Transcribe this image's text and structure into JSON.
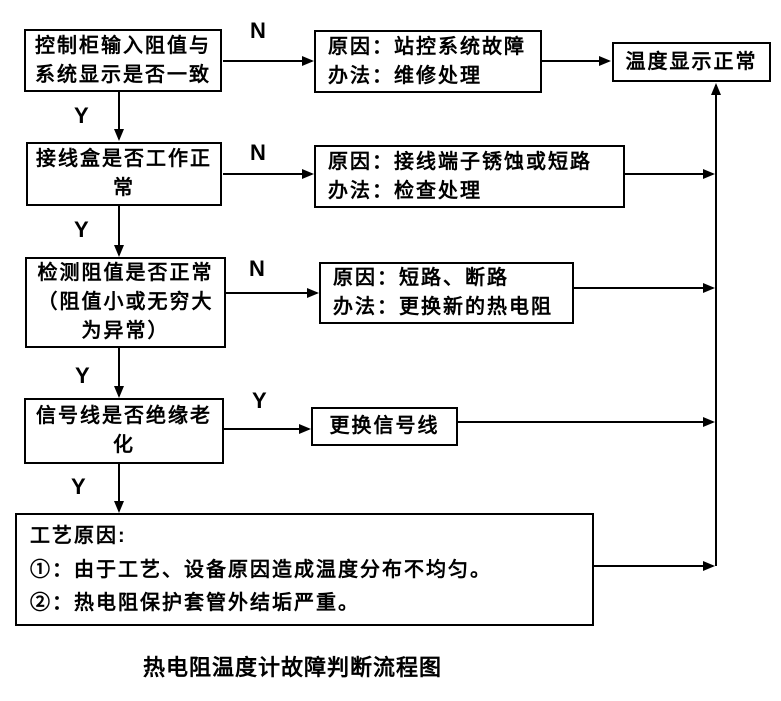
{
  "diagram": {
    "caption": "热电阻温度计故障判断流程图",
    "labels": {
      "yes": "Y",
      "no": "N"
    },
    "colors": {
      "line": "#000000",
      "box_border": "#000000",
      "background": "#ffffff",
      "text": "#000000"
    },
    "nodes": {
      "q1": {
        "lines": [
          "控制柜输入阻值与",
          "系统显示是否一致"
        ]
      },
      "r1": {
        "lines": [
          "原因：站控系统故障",
          "办法：维修处理"
        ]
      },
      "normal": {
        "label": "温度显示正常"
      },
      "q2": {
        "lines": [
          "接线盒是否工作正",
          "常"
        ]
      },
      "r2": {
        "lines": [
          "原因：接线端子锈蚀或短路",
          "办法：检查处理"
        ]
      },
      "q3": {
        "lines": [
          "检测阻值是否正常",
          "（阻值小或无穷大",
          "为异常）"
        ]
      },
      "r3": {
        "lines": [
          "原因：短路、断路",
          "办法：更换新的热电阻"
        ]
      },
      "q4": {
        "lines": [
          "信号线是否绝缘老",
          "化"
        ]
      },
      "r4": {
        "label": "更换信号线"
      },
      "process": {
        "lines": [
          "工艺原因:",
          "①：由于工艺、设备原因造成温度分布不均匀。",
          "②：热电阻保护套管外结垢严重。"
        ]
      }
    }
  }
}
